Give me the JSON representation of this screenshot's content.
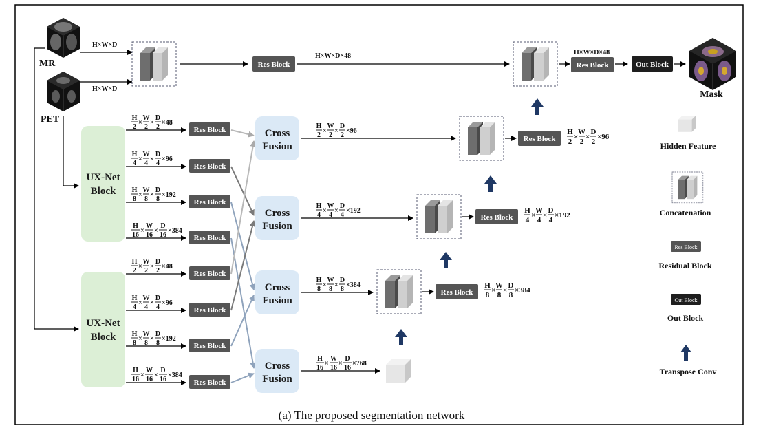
{
  "caption": "(a) The proposed segmentation network",
  "inputs": {
    "mr": "MR",
    "pet": "PET",
    "mr_dim": "H×W×D",
    "pet_dim": "H×W×D"
  },
  "output": {
    "mask": "Mask"
  },
  "top_path": {
    "res_block": "Res Block",
    "dim1": "H×W×D×48",
    "dim2": "H×W×D×48",
    "res_block2": "Res Block",
    "out_block": "Out Block"
  },
  "ux_net": [
    "UX-Net",
    "Block"
  ],
  "cross_fusion": [
    "Cross",
    "Fusion"
  ],
  "encoder_dims": [
    {
      "h": "H",
      "w": "W",
      "d": "D",
      "den": "2",
      "c": "×48"
    },
    {
      "h": "H",
      "w": "W",
      "d": "D",
      "den": "4",
      "c": "×96"
    },
    {
      "h": "H",
      "w": "W",
      "d": "D",
      "den": "8",
      "c": "×192"
    },
    {
      "h": "H",
      "w": "W",
      "d": "D",
      "den": "16",
      "c": "×384"
    }
  ],
  "fusion_out_dims": [
    {
      "den": "2",
      "c": "×96"
    },
    {
      "den": "4",
      "c": "×192"
    },
    {
      "den": "8",
      "c": "×384"
    },
    {
      "den": "16",
      "c": "×768"
    }
  ],
  "decoder_dims": [
    {
      "den": "2",
      "c": "×96"
    },
    {
      "den": "4",
      "c": "×192"
    },
    {
      "den": "8",
      "c": "×384"
    }
  ],
  "res_block_label": "Res Block",
  "legend": {
    "hidden_feature": "Hidden Feature",
    "concatenation": "Concatenation",
    "residual_block": "Residual Block",
    "residual_icon": "Res Block",
    "out_block": "Out Block",
    "out_icon": "Out Block",
    "transpose_conv": "Transpose Conv"
  },
  "colors": {
    "res_block": "#555555",
    "out_block": "#1e1e1e",
    "ux_net": "#dcefd6",
    "cross_fusion": "#dbe9f6",
    "up_arrow": "#1f3864"
  }
}
